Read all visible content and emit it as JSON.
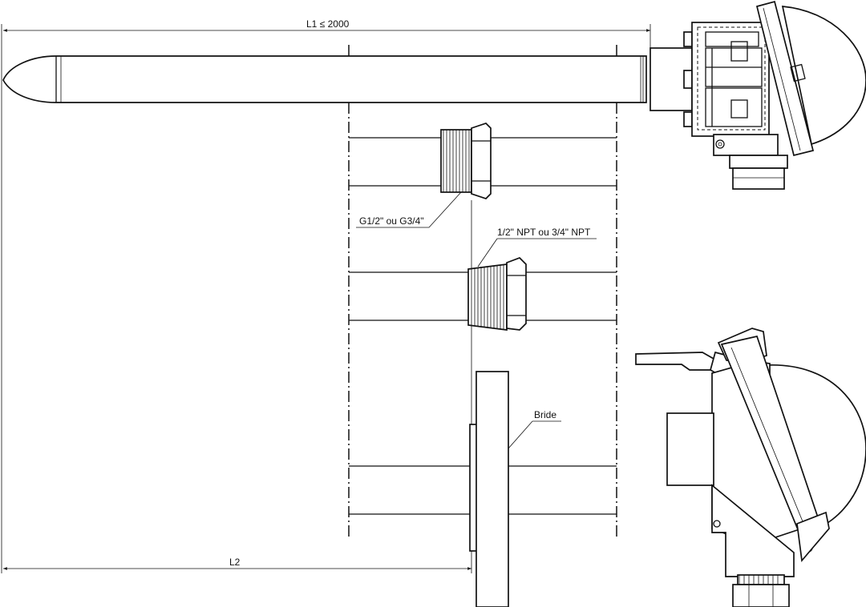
{
  "labels": {
    "l1": "L1 ≤ 2000",
    "l2": "L2",
    "thread_g": "G1/2\" ou G3/4\"",
    "thread_npt": "1/2\" NPT ou 3/4\" NPT",
    "flange": "Bride"
  }
}
